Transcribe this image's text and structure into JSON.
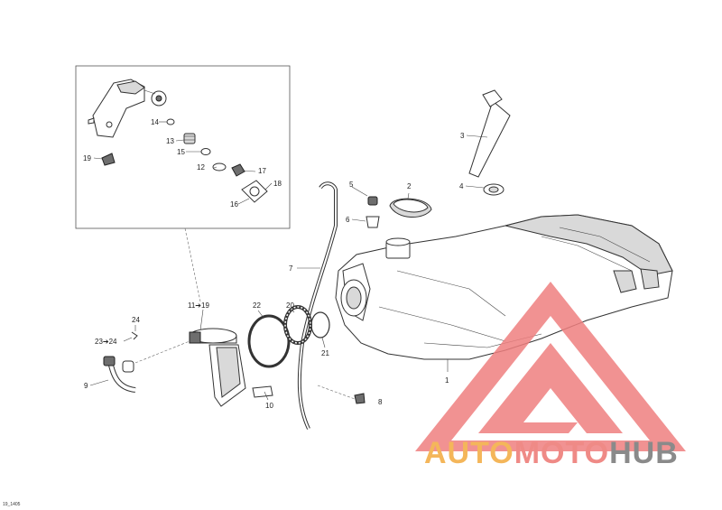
{
  "diagram_code": "19_1405",
  "callouts": [
    {
      "id": "c1",
      "text": "1"
    },
    {
      "id": "c2",
      "text": "2"
    },
    {
      "id": "c3",
      "text": "3"
    },
    {
      "id": "c4",
      "text": "4"
    },
    {
      "id": "c5",
      "text": "5"
    },
    {
      "id": "c6",
      "text": "6"
    },
    {
      "id": "c7",
      "text": "7"
    },
    {
      "id": "c8",
      "text": "8"
    },
    {
      "id": "c9",
      "text": "9"
    },
    {
      "id": "c10",
      "text": "10"
    },
    {
      "id": "c11",
      "text": "11➔19"
    },
    {
      "id": "c12",
      "text": "12"
    },
    {
      "id": "c13",
      "text": "13"
    },
    {
      "id": "c14",
      "text": "14"
    },
    {
      "id": "c15",
      "text": "15"
    },
    {
      "id": "c16",
      "text": "16"
    },
    {
      "id": "c17",
      "text": "17"
    },
    {
      "id": "c18",
      "text": "18"
    },
    {
      "id": "c19",
      "text": "19"
    },
    {
      "id": "c20",
      "text": "20"
    },
    {
      "id": "c21",
      "text": "21"
    },
    {
      "id": "c22",
      "text": "22"
    },
    {
      "id": "c23",
      "text": "23➔24"
    },
    {
      "id": "c24",
      "text": "24"
    }
  ],
  "watermark": {
    "part1": "AUTO",
    "part2": "MOTO",
    "part3": "HUB",
    "color1": "#f4b65a",
    "color2": "#ef8a86",
    "color3": "#8a8a8a",
    "logo_color": "#ef7f7f"
  }
}
